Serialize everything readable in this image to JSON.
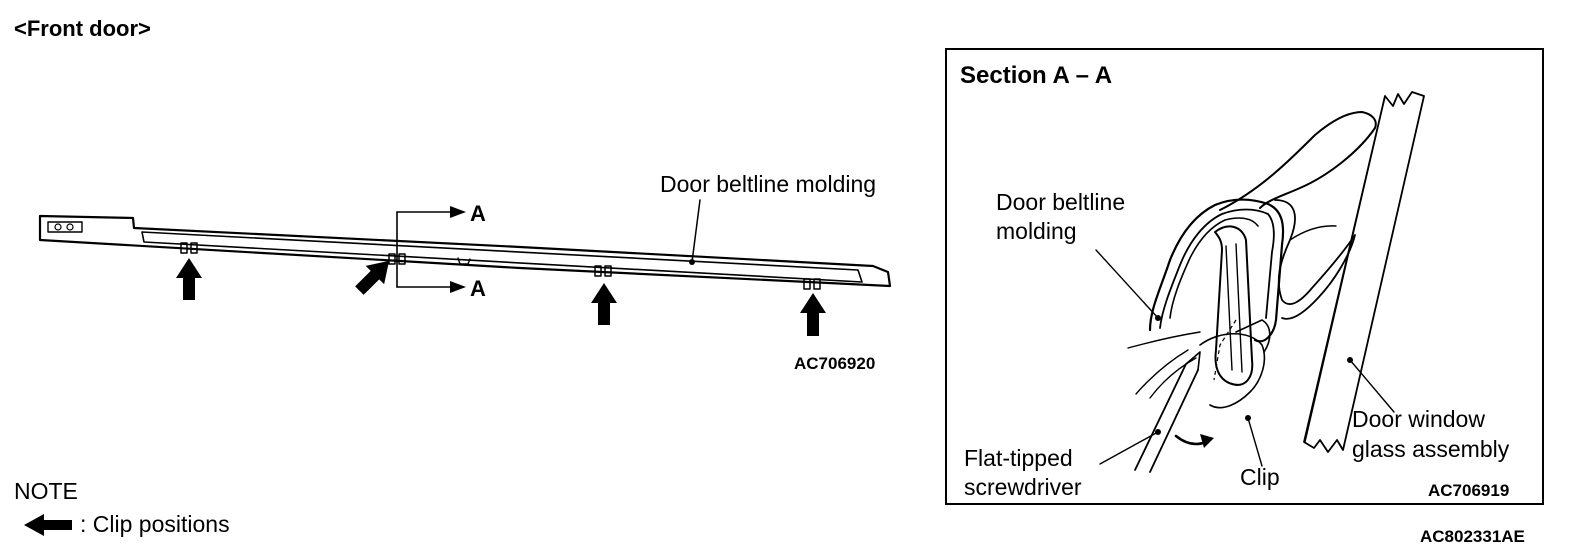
{
  "title": "<Front door>",
  "left_view": {
    "molding_label": "Door beltline molding",
    "section_mark": "A",
    "figure_code": "AC706920"
  },
  "section_view": {
    "heading": "Section A – A",
    "molding_label_line1": "Door beltline",
    "molding_label_line2": "molding",
    "screwdriver_line1": "Flat-tipped",
    "screwdriver_line2": "screwdriver",
    "clip_label": "Clip",
    "glass_line1": "Door window",
    "glass_line2": "glass assembly",
    "figure_code": "AC706919"
  },
  "note": {
    "heading": "NOTE",
    "legend_text": ": Clip positions",
    "legend_icon": "black-arrow-icon"
  },
  "figure_code": "AC802331AE"
}
